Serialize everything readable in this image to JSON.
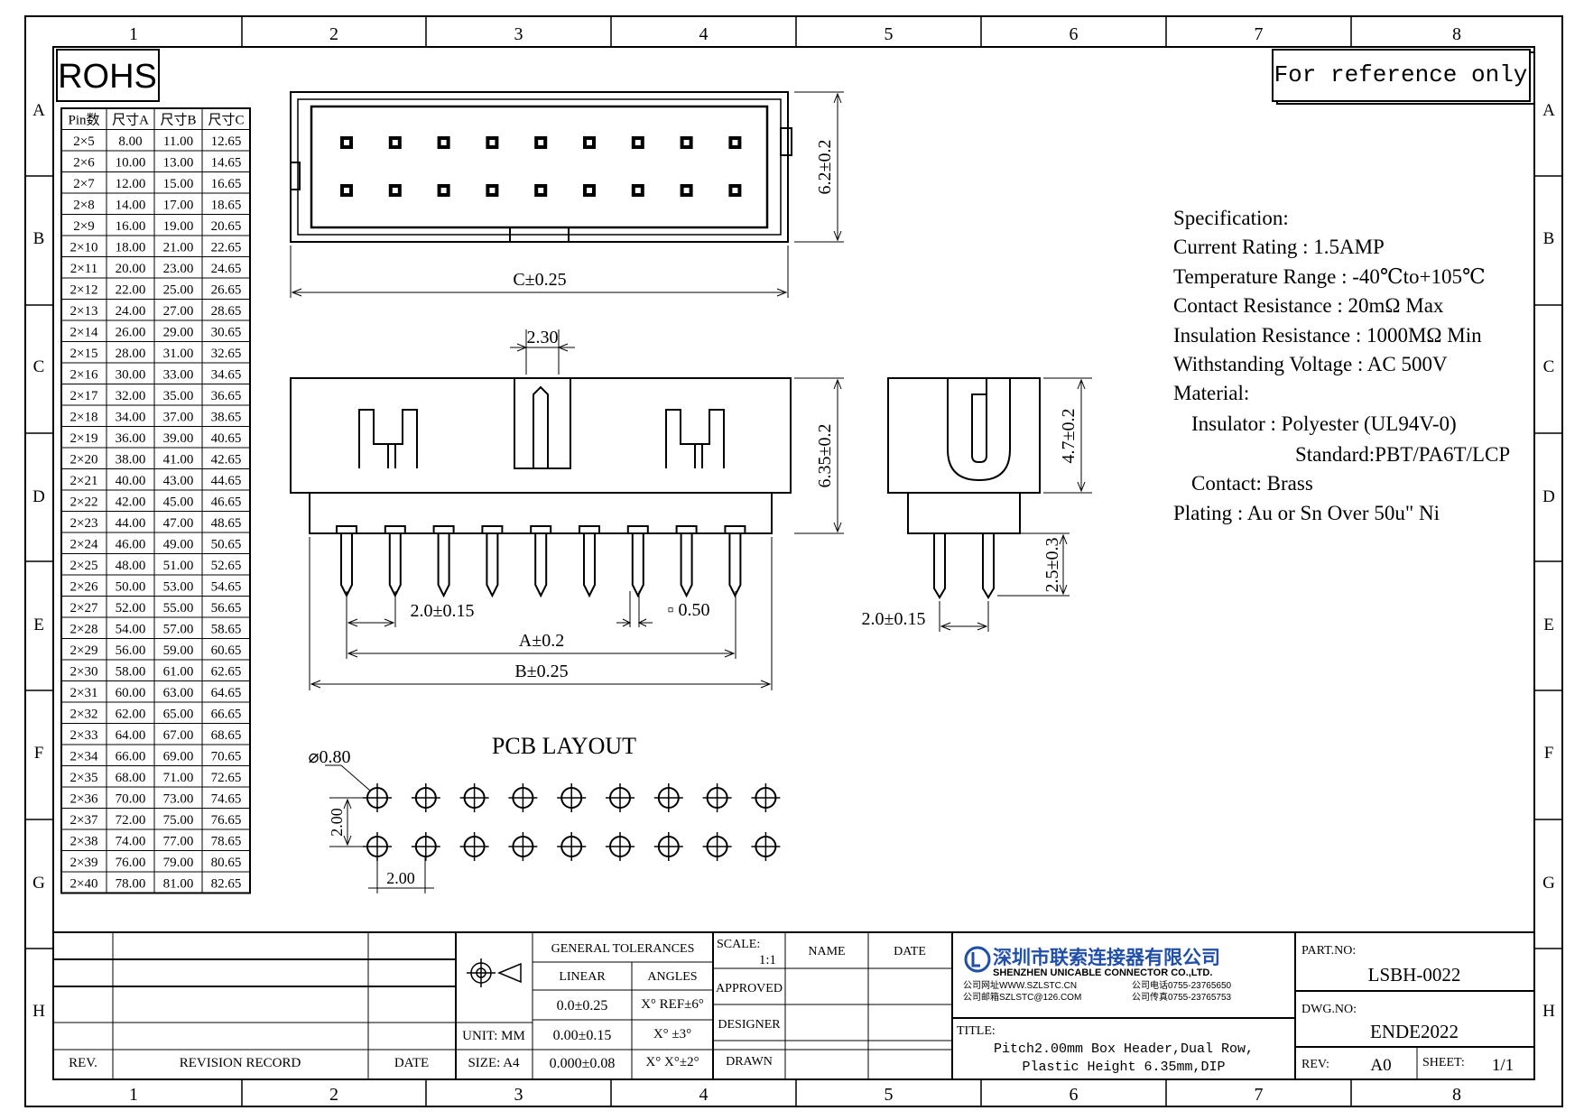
{
  "grid": {
    "columns": [
      "1",
      "2",
      "3",
      "4",
      "5",
      "6",
      "7",
      "8"
    ],
    "rows": [
      "A",
      "B",
      "C",
      "D",
      "E",
      "F",
      "G",
      "H"
    ]
  },
  "rohs": "ROHS",
  "reference_note": "For reference only",
  "pin_table": {
    "headers": [
      "Pin数",
      "尺寸A",
      "尺寸B",
      "尺寸C"
    ],
    "rows": [
      [
        "2×5",
        "8.00",
        "11.00",
        "12.65"
      ],
      [
        "2×6",
        "10.00",
        "13.00",
        "14.65"
      ],
      [
        "2×7",
        "12.00",
        "15.00",
        "16.65"
      ],
      [
        "2×8",
        "14.00",
        "17.00",
        "18.65"
      ],
      [
        "2×9",
        "16.00",
        "19.00",
        "20.65"
      ],
      [
        "2×10",
        "18.00",
        "21.00",
        "22.65"
      ],
      [
        "2×11",
        "20.00",
        "23.00",
        "24.65"
      ],
      [
        "2×12",
        "22.00",
        "25.00",
        "26.65"
      ],
      [
        "2×13",
        "24.00",
        "27.00",
        "28.65"
      ],
      [
        "2×14",
        "26.00",
        "29.00",
        "30.65"
      ],
      [
        "2×15",
        "28.00",
        "31.00",
        "32.65"
      ],
      [
        "2×16",
        "30.00",
        "33.00",
        "34.65"
      ],
      [
        "2×17",
        "32.00",
        "35.00",
        "36.65"
      ],
      [
        "2×18",
        "34.00",
        "37.00",
        "38.65"
      ],
      [
        "2×19",
        "36.00",
        "39.00",
        "40.65"
      ],
      [
        "2×20",
        "38.00",
        "41.00",
        "42.65"
      ],
      [
        "2×21",
        "40.00",
        "43.00",
        "44.65"
      ],
      [
        "2×22",
        "42.00",
        "45.00",
        "46.65"
      ],
      [
        "2×23",
        "44.00",
        "47.00",
        "48.65"
      ],
      [
        "2×24",
        "46.00",
        "49.00",
        "50.65"
      ],
      [
        "2×25",
        "48.00",
        "51.00",
        "52.65"
      ],
      [
        "2×26",
        "50.00",
        "53.00",
        "54.65"
      ],
      [
        "2×27",
        "52.00",
        "55.00",
        "56.65"
      ],
      [
        "2×28",
        "54.00",
        "57.00",
        "58.65"
      ],
      [
        "2×29",
        "56.00",
        "59.00",
        "60.65"
      ],
      [
        "2×30",
        "58.00",
        "61.00",
        "62.65"
      ],
      [
        "2×31",
        "60.00",
        "63.00",
        "64.65"
      ],
      [
        "2×32",
        "62.00",
        "65.00",
        "66.65"
      ],
      [
        "2×33",
        "64.00",
        "67.00",
        "68.65"
      ],
      [
        "2×34",
        "66.00",
        "69.00",
        "70.65"
      ],
      [
        "2×35",
        "68.00",
        "71.00",
        "72.65"
      ],
      [
        "2×36",
        "70.00",
        "73.00",
        "74.65"
      ],
      [
        "2×37",
        "72.00",
        "75.00",
        "76.65"
      ],
      [
        "2×38",
        "74.00",
        "77.00",
        "78.65"
      ],
      [
        "2×39",
        "76.00",
        "79.00",
        "80.65"
      ],
      [
        "2×40",
        "78.00",
        "81.00",
        "82.65"
      ]
    ]
  },
  "dimensions": {
    "top_height": "6.2±0.2",
    "top_width": "C±0.25",
    "key_width": "2.30",
    "front_height": "6.35±0.2",
    "front_pitch": "2.0±0.15",
    "pin_square": "▫ 0.50",
    "dim_a": "A±0.2",
    "dim_b": "B±0.25",
    "side_height": "4.7±0.2",
    "side_tail": "2.5±0.3",
    "side_pitch": "2.0±0.15",
    "pcb_title": "PCB LAYOUT",
    "pcb_hole": "⌀0.80",
    "pcb_row_pitch": "2.00",
    "pcb_col_pitch": "2.00"
  },
  "specification": [
    "Specification:",
    "Current Rating : 1.5AMP",
    "Temperature Range : -40℃to+105℃",
    "Contact Resistance : 20mΩ Max",
    "Insulation Resistance : 1000MΩ Min",
    "Withstanding Voltage : AC 500V",
    "Material:",
    "Insulator : Polyester (UL94V-0)",
    "Standard:PBT/PA6T/LCP",
    "Contact: Brass",
    "Plating : Au or Sn Over 50u\" Ni"
  ],
  "title_block": {
    "rev_label": "REV.",
    "revision_record": "REVISION RECORD",
    "date_label": "DATE",
    "unit": "UNIT: MM",
    "size": "SIZE: A4",
    "general_tolerances": "GENERAL TOLERANCES",
    "linear": "LINEAR",
    "angles": "ANGLES",
    "tol_linear": [
      "0.0±0.25",
      "0.00±0.15",
      "0.000±0.08"
    ],
    "tol_angles": [
      "X° REF±6°",
      "X° ±3°",
      "X° X°±2°"
    ],
    "scale_label": "SCALE:",
    "scale_value": "1:1",
    "name_label": "NAME",
    "date_label2": "DATE",
    "approved": "APPROVED",
    "designer": "DESIGNER",
    "drawn": "DRAWN",
    "company_cn": "深圳市联索连接器有限公司",
    "company_en": "SHENZHEN UNICABLE CONNECTOR CO.,LTD.",
    "contact": [
      "公司网址WWW.SZLSTC.CN",
      "公司邮箱SZLSTC@126.COM",
      "公司电话0755-23765650",
      "公司传真0755-23765753"
    ],
    "title_label": "TITLE:",
    "title_line1": "Pitch2.00mm Box Header,Dual Row,",
    "title_line2": "Plastic Height 6.35mm,DIP",
    "part_no_label": "PART.NO:",
    "part_no": "LSBH-0022",
    "dwg_no_label": "DWG.NO:",
    "dwg_no": "ENDE2022",
    "rev_label2": "REV:",
    "rev_value": "A0",
    "sheet_label": "SHEET:",
    "sheet_value": "1/1"
  },
  "colors": {
    "line": "#000000",
    "logo": "#1f4fa8"
  }
}
